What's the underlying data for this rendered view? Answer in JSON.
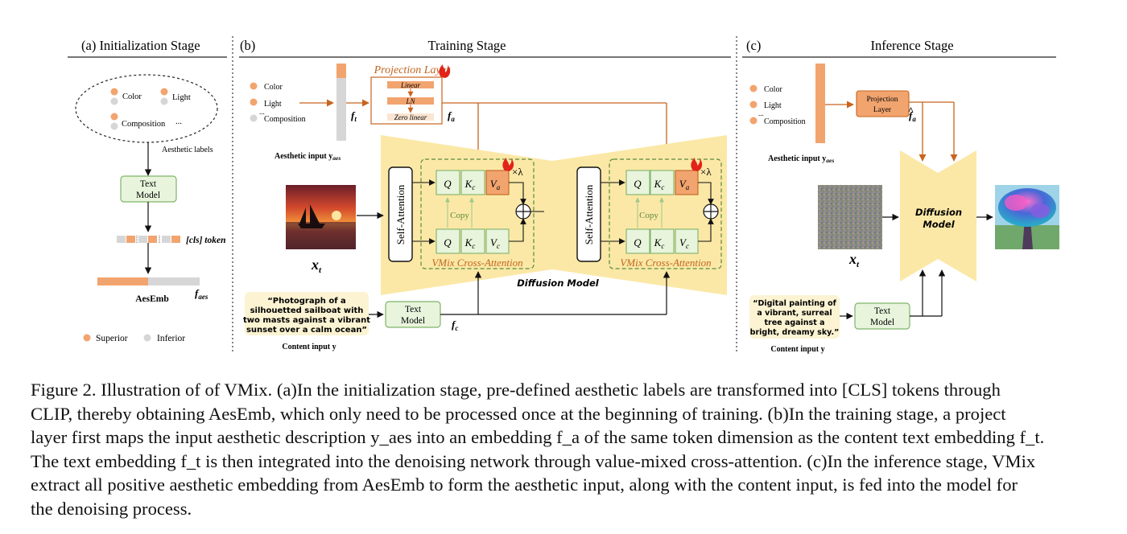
{
  "figure": {
    "init": {
      "header": "(a)   Initialization Stage",
      "labels": {
        "color": "Color",
        "light": "Light",
        "composition": "Composition",
        "ellipsis": "..."
      },
      "aesthetic_labels": "Aesthetic labels",
      "text_model": [
        "Text",
        "Model"
      ],
      "cls_token": "[cls] token",
      "aesemb": "AesEmb",
      "f_aes": "f",
      "f_aes_sub": "aes",
      "legend": {
        "superior": "Superior",
        "inferior": "Inferior"
      }
    },
    "training": {
      "panel_label": "(b)",
      "header": "Training Stage",
      "labels": {
        "color": "Color",
        "light": "Light",
        "composition": "Composition",
        "ellipsis": "..."
      },
      "aesthetic_input": "Aesthetic input y",
      "aesthetic_input_sub": "aes",
      "f_t": "f",
      "f_t_sub": "t",
      "projection_layer": "Projection Layer",
      "proj_rows": [
        "Linear",
        "LN",
        "Zero linear"
      ],
      "f_a": "f",
      "f_a_sub": "a",
      "x_t": "x",
      "x_t_sub": "t",
      "self_attention": "Self-Attention",
      "q": "Q",
      "kc": "K",
      "kc_sub": "c",
      "va": "V",
      "va_sub": "a",
      "vc": "V",
      "vc_sub": "c",
      "copy": "Copy",
      "times_lambda": "×λ",
      "vmix_cross": "VMix Cross-Attention",
      "diffusion_model": "Diffusion Model",
      "content_prompt": [
        "“Photograph of a",
        "silhouetted sailboat with",
        "two masts against a vibrant",
        "sunset over a calm ocean”"
      ],
      "content_input": "Content input y",
      "text_model": [
        "Text",
        "Model"
      ],
      "f_c": "f",
      "f_c_sub": "c"
    },
    "inference": {
      "header": "(c)",
      "title": "Inference Stage",
      "labels": {
        "color": "Color",
        "light": "Light",
        "composition": "Composition",
        "ellipsis": "..."
      },
      "aesthetic_input": "Aesthetic input y",
      "aesthetic_input_sub": "aes",
      "projection_layer": [
        "Projection",
        "Layer"
      ],
      "f_a_hat": "f",
      "f_a_hat_sub": "a",
      "diffusion_model": [
        "Diffusion",
        "Model"
      ],
      "x_t": "x",
      "x_t_sub": "t",
      "content_prompt": [
        "“Digital painting of",
        "a vibrant, surreal",
        "tree against a",
        "bright, dreamy sky.”"
      ],
      "content_input": "Content input y",
      "text_model": [
        "Text",
        "Model"
      ]
    }
  },
  "caption": {
    "lines": [
      "Figure 2.  Illustration of of VMix.  (a)In the initialization stage, pre-defined aesthetic labels are transformed into [CLS] tokens through",
      "CLIP, thereby obtaining AesEmb, which only need to be processed once at the beginning of training.  (b)In the training stage, a project",
      "layer first maps the input aesthetic description y_aes into an embedding f_a of the same token dimension as the content text embedding f_t.",
      "The text embedding f_t is then integrated into the denoising network through value-mixed cross-attention. (c)In the inference stage, VMix",
      "extract all positive aesthetic embedding from AesEmb to form the aesthetic input, along with the content input, is fed into the model for",
      "the denoising process."
    ]
  },
  "colors": {
    "orange": "#f2a46f",
    "orange_dark": "#c0651f",
    "arrow_orange": "#c8641e",
    "yellow": "#fbe8a6",
    "green_fill": "#e8f4dc",
    "green_stroke": "#7fb36a",
    "gray": "#d6d6d6"
  }
}
